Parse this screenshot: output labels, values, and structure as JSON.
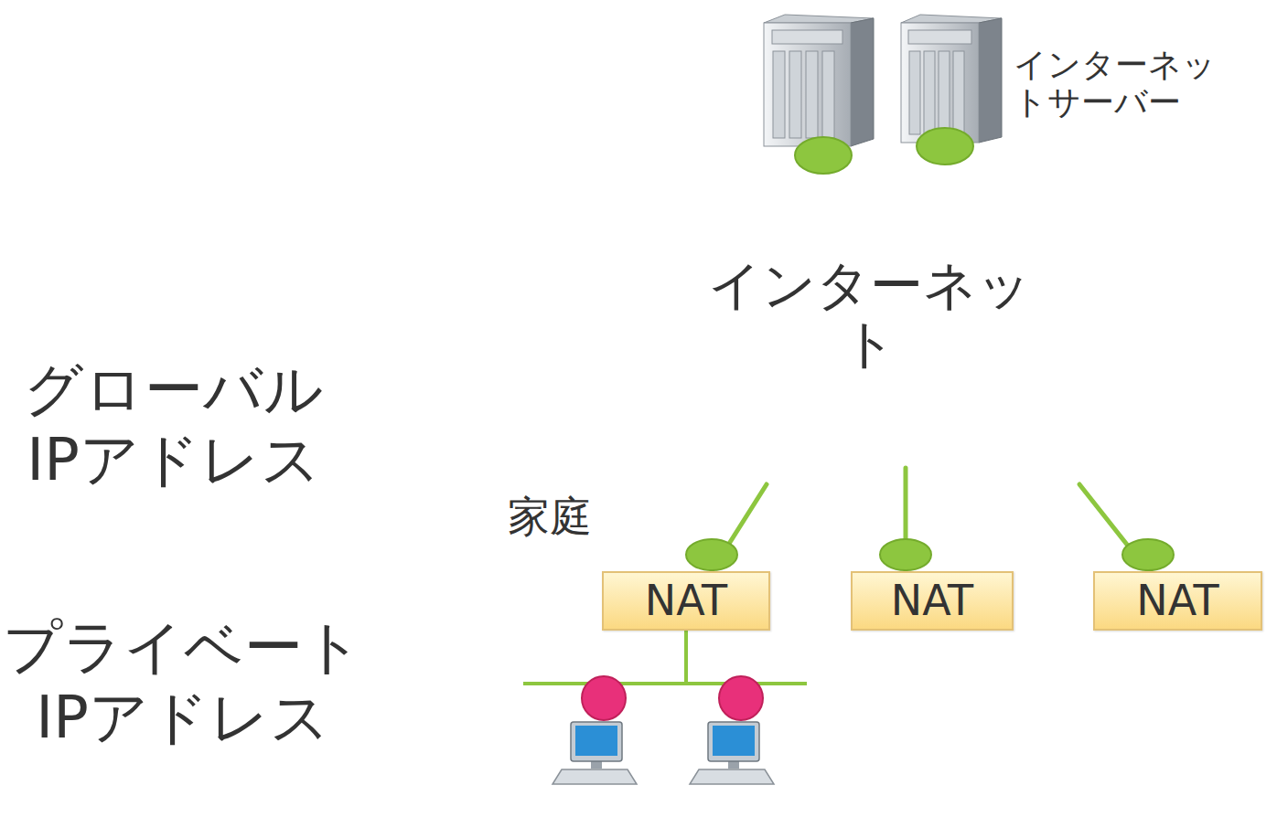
{
  "diagram": {
    "nodes": [
      {
        "text": [
          "インターネット"
        ]
      },
      {
        "text": [
          "家庭"
        ]
      },
      {
        "text": [
          "NAT"
        ],
        "in": 1
      },
      {
        "text": [
          "NAT"
        ]
      },
      {
        "text": [
          "NAT"
        ]
      }
    ],
    "edges": [
      {
        "from": 0,
        "to": 2,
        "arrow": "none"
      },
      {
        "from": 0,
        "to": 3,
        "arrow": "none"
      },
      {
        "from": 0,
        "to": 4,
        "arrow": "none"
      }
    ],
    "labels": [
      "インターネットサーバー",
      "グローバル IPアドレス",
      "プライベート IPアドレス"
    ]
  }
}
